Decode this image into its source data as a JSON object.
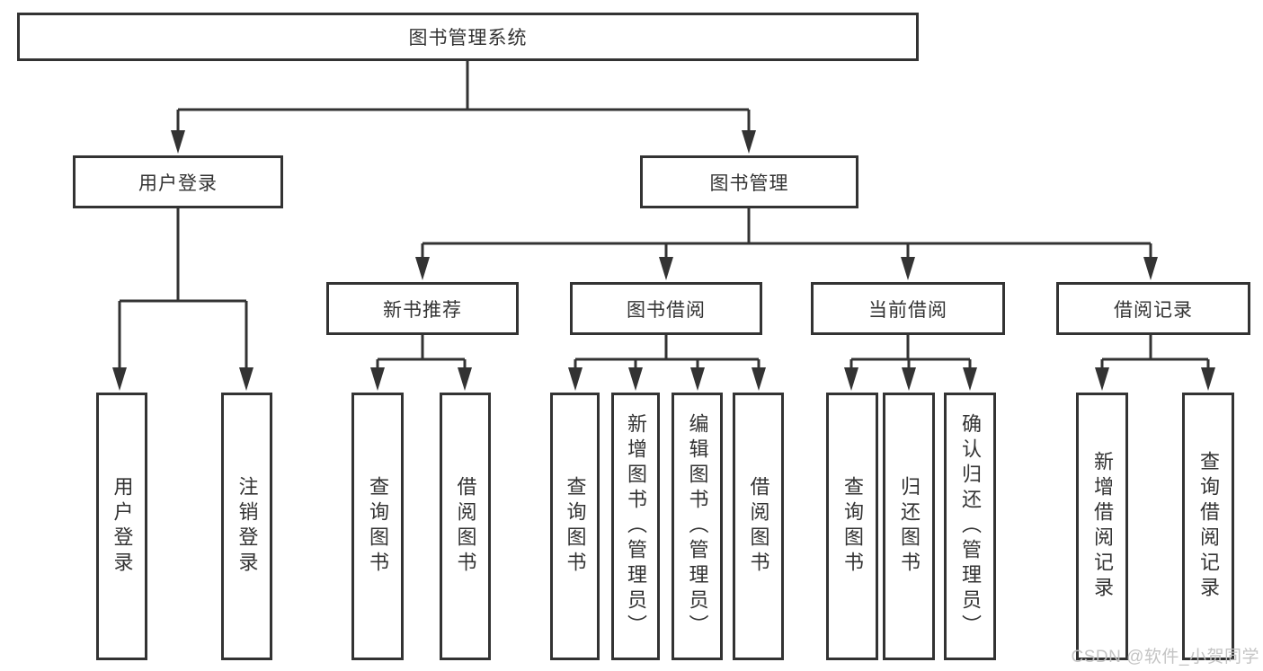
{
  "root": {
    "label": "图书管理系统"
  },
  "login": {
    "label": "用户登录",
    "leaves": [
      {
        "label": "用户登录"
      },
      {
        "label": "注销登录"
      }
    ]
  },
  "management": {
    "label": "图书管理",
    "groups": [
      {
        "label": "新书推荐",
        "leaves": [
          {
            "label": "查询图书"
          },
          {
            "label": "借阅图书"
          }
        ]
      },
      {
        "label": "图书借阅",
        "leaves": [
          {
            "label": "查询图书"
          },
          {
            "label": "新增图书（管理员）"
          },
          {
            "label": "编辑图书（管理员）"
          },
          {
            "label": "借阅图书"
          }
        ]
      },
      {
        "label": "当前借阅",
        "leaves": [
          {
            "label": "查询图书"
          },
          {
            "label": "归还图书"
          },
          {
            "label": "确认归还（管理员）"
          }
        ]
      },
      {
        "label": "借阅记录",
        "leaves": [
          {
            "label": "新增借阅记录"
          },
          {
            "label": "查询借阅记录"
          }
        ]
      }
    ]
  },
  "watermark": "CSDN @软件_小贺同学",
  "colors": {
    "line": "#333333",
    "box_border": "#333333",
    "text": "#333333",
    "background": "#ffffff",
    "watermark": "#c1c1c1"
  }
}
